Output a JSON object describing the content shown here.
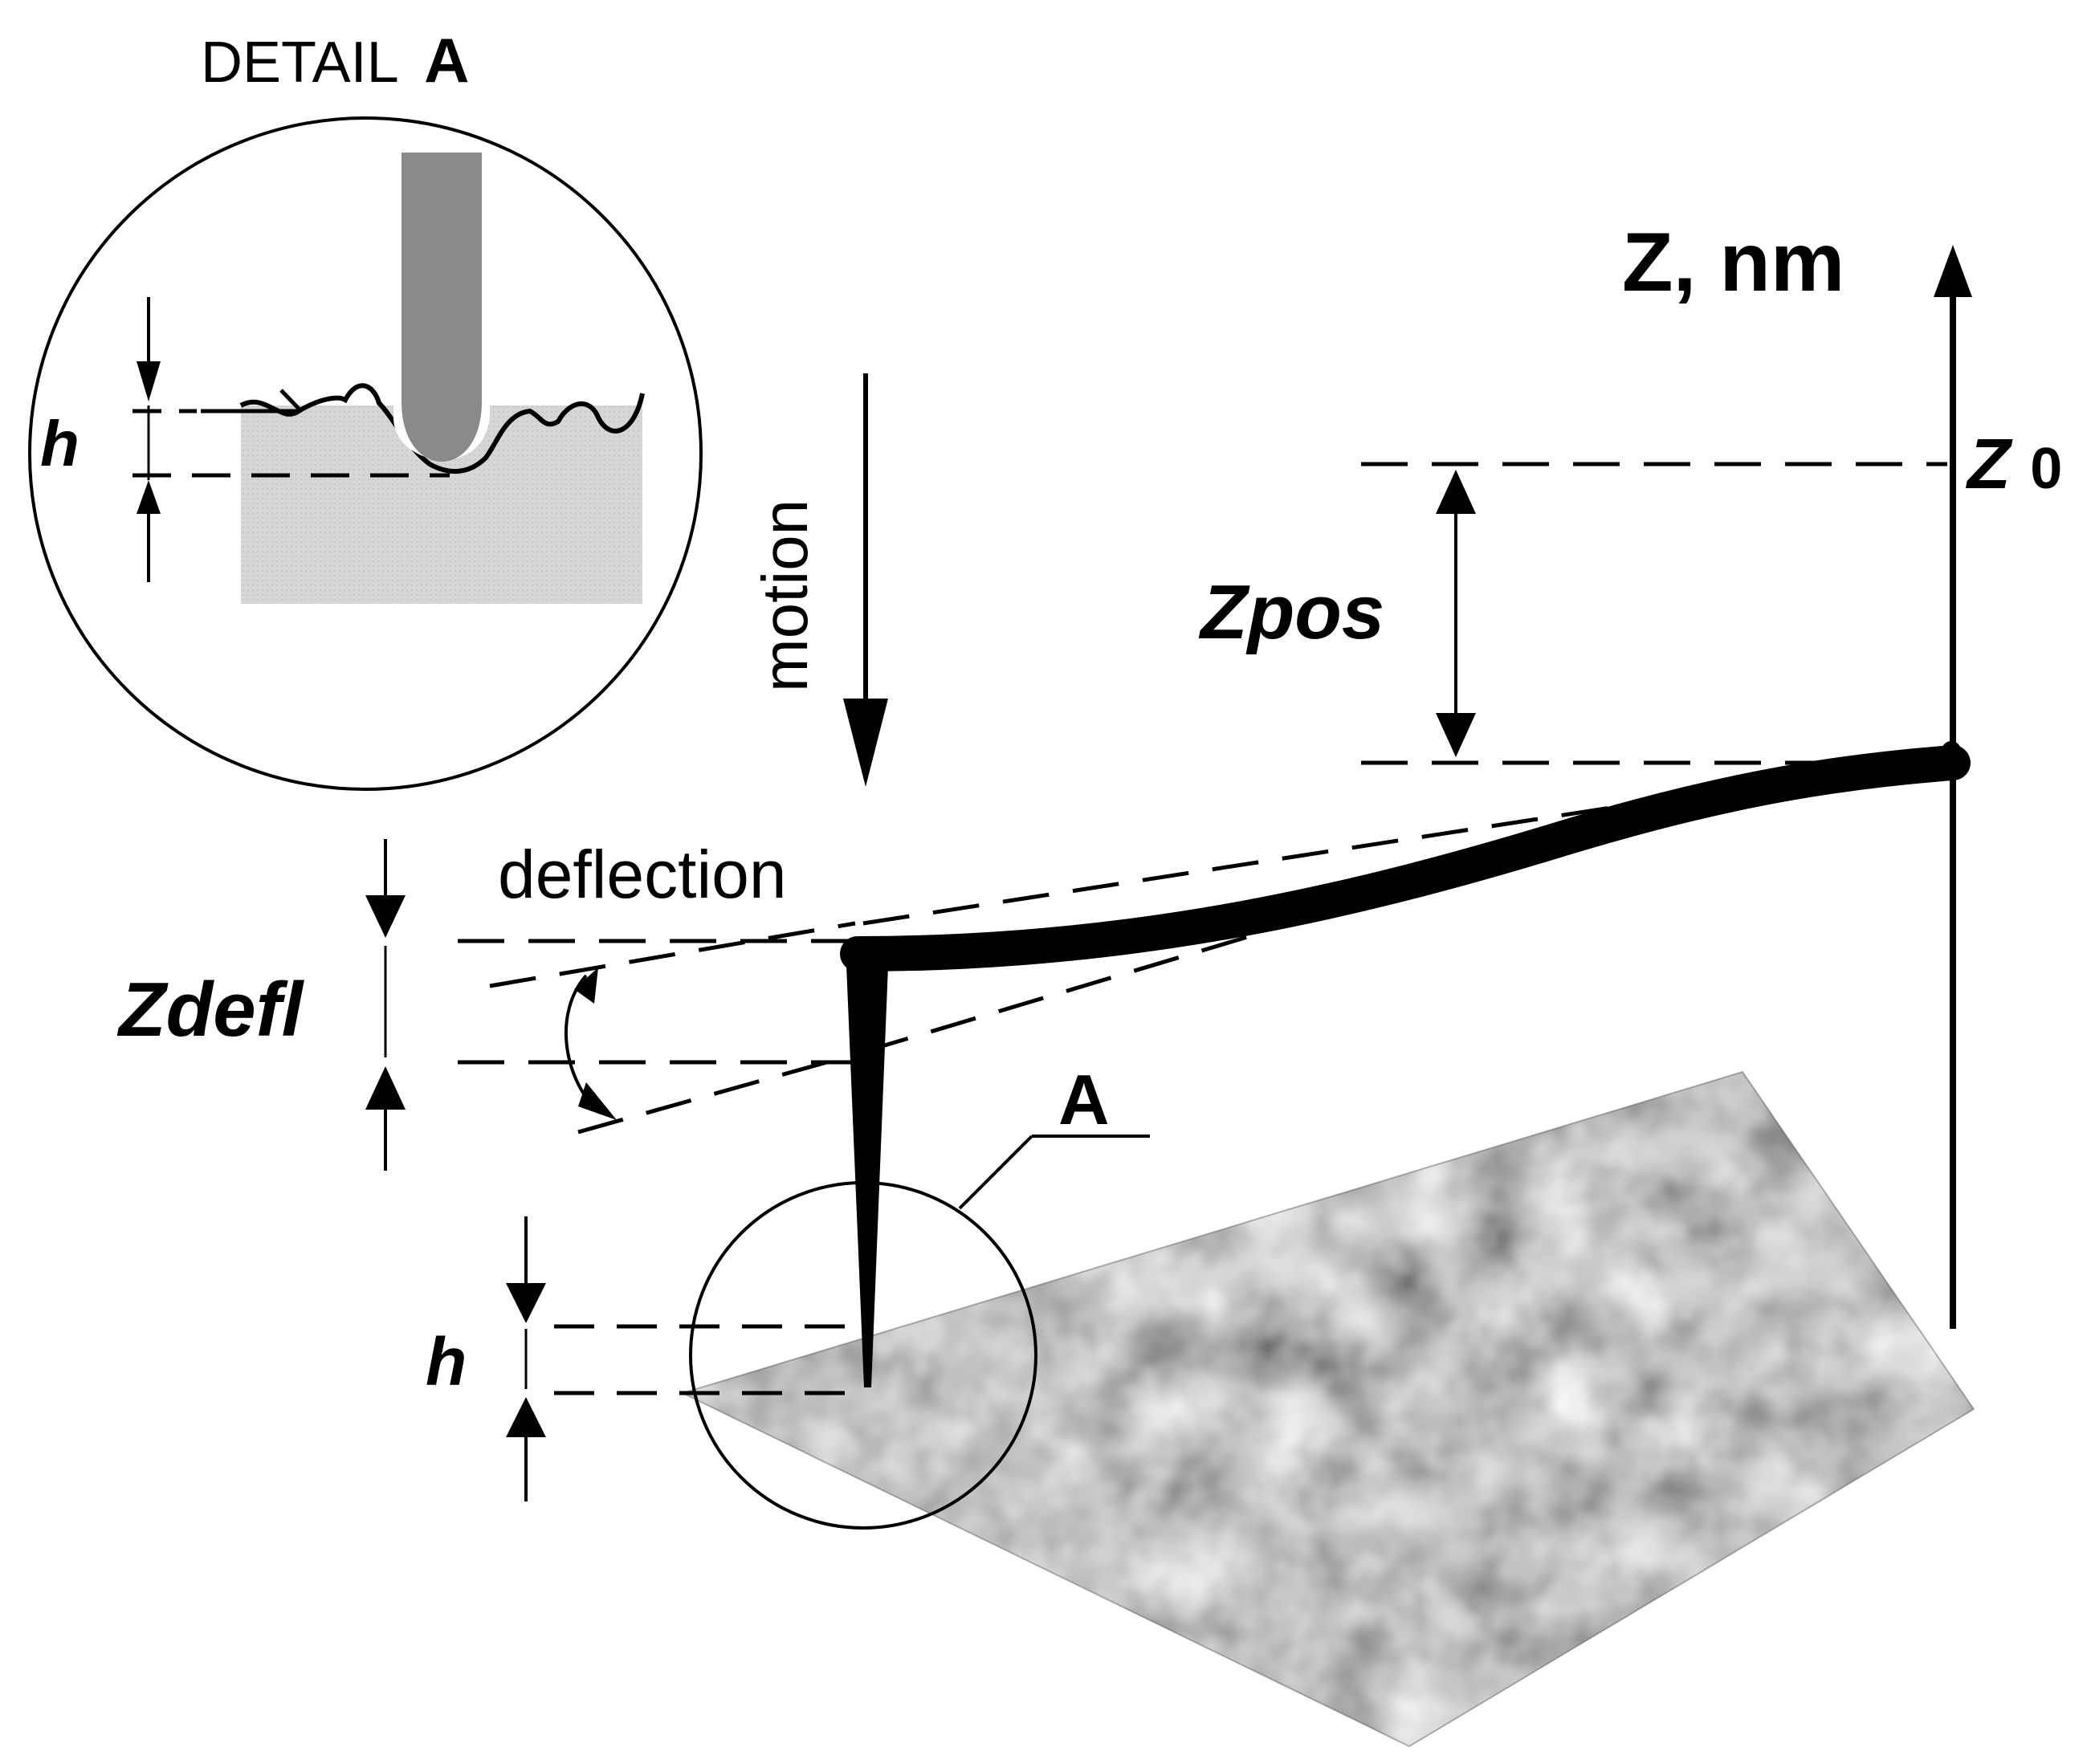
{
  "labels": {
    "detail_word": "DETAIL",
    "detail_letter": "A",
    "h_detail": "h",
    "motion": "motion",
    "z_axis": "Z, nm",
    "z0_main": "Z",
    "z0_sub": "0",
    "zpos": "Zpos",
    "deflection": "deflection",
    "zdefl": "Zdefl",
    "callout_a": "A",
    "h_main": "h"
  },
  "colors": {
    "ink": "#000000",
    "probe_tip": "#8a8a8a",
    "sample": "#d9d9d9"
  }
}
